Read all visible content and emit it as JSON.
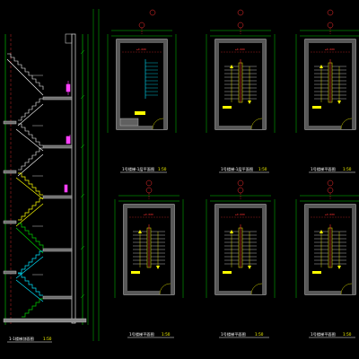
{
  "colors": {
    "background": "#000000",
    "wall": "#c8c8c8",
    "stair_hatch": "#e8e8e8",
    "handrail": "#ffff00",
    "dimension": "#00ff00",
    "axis_bubble": "#ff3030",
    "grid_line": "#ff3030",
    "label_text": "#ffffff",
    "scale_text": "#ffff00",
    "section_green": "#00d000",
    "section_cyan": "#00e5ff",
    "door_yellow": "#ffff00",
    "highlight_magenta": "#ff40ff"
  },
  "section": {
    "caption": "1-1楼梯剖面图",
    "scale": "1:50"
  },
  "plans_top": [
    {
      "caption": "1号楼梯-1层平面图",
      "scale": "1:50"
    },
    {
      "caption": "1号楼梯-1层平面图",
      "scale": "1:50"
    },
    {
      "caption": "1号楼梯平面图",
      "scale": "1:50"
    }
  ],
  "plans_bottom": [
    {
      "caption": "1号楼梯平面图",
      "scale": "1:50"
    },
    {
      "caption": "1号楼梯平面图",
      "scale": "1:50"
    },
    {
      "caption": "1号楼梯平面图",
      "scale": "1:50"
    }
  ]
}
